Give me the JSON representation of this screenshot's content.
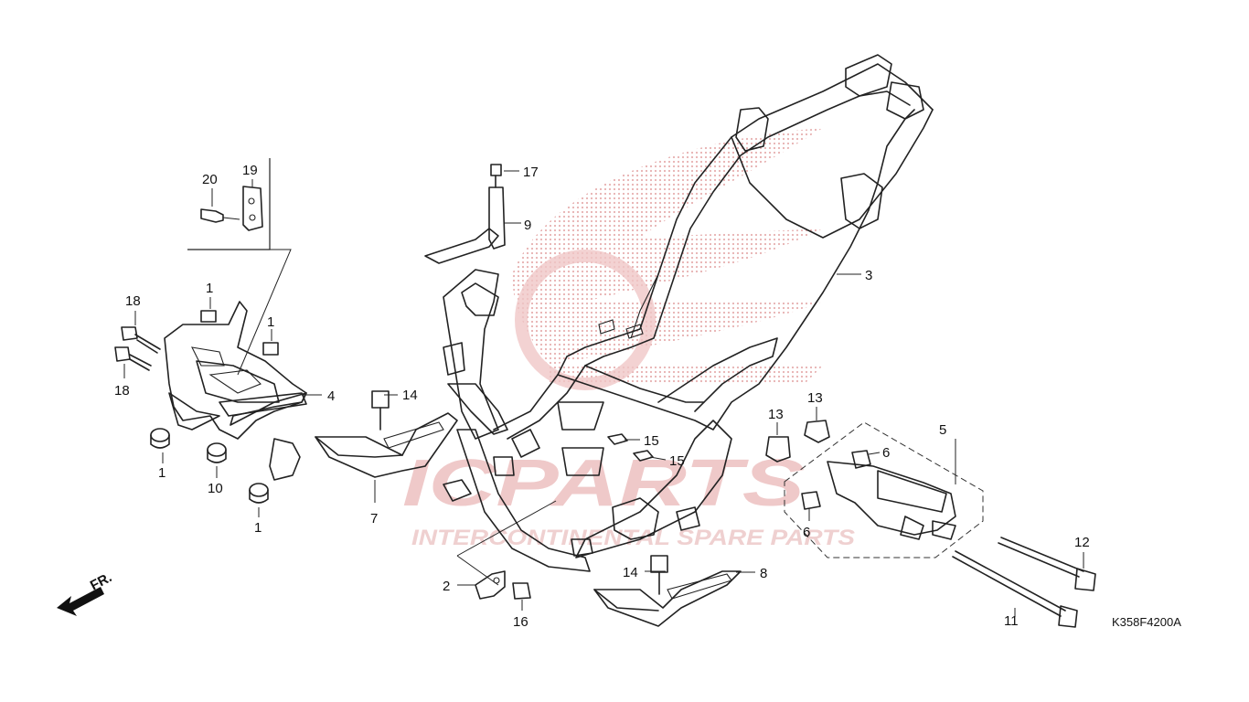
{
  "diagram": {
    "code": "K358F4200A",
    "direction_label": "FR.",
    "watermark": {
      "brand": "ICPARTS",
      "tagline": "INTERCONTINENTAL SPARE PARTS",
      "color": "#e8b3b3"
    },
    "callouts": [
      {
        "id": "c1a",
        "text": "1"
      },
      {
        "id": "c1b",
        "text": "1"
      },
      {
        "id": "c1c",
        "text": "1"
      },
      {
        "id": "c1d",
        "text": "1"
      },
      {
        "id": "c2",
        "text": "2"
      },
      {
        "id": "c3",
        "text": "3"
      },
      {
        "id": "c4",
        "text": "4"
      },
      {
        "id": "c5",
        "text": "5"
      },
      {
        "id": "c6a",
        "text": "6"
      },
      {
        "id": "c6b",
        "text": "6"
      },
      {
        "id": "c7",
        "text": "7"
      },
      {
        "id": "c8",
        "text": "8"
      },
      {
        "id": "c9",
        "text": "9"
      },
      {
        "id": "c10",
        "text": "10"
      },
      {
        "id": "c11",
        "text": "11"
      },
      {
        "id": "c12",
        "text": "12"
      },
      {
        "id": "c13a",
        "text": "13"
      },
      {
        "id": "c13b",
        "text": "13"
      },
      {
        "id": "c14a",
        "text": "14"
      },
      {
        "id": "c14b",
        "text": "14"
      },
      {
        "id": "c15a",
        "text": "15"
      },
      {
        "id": "c15b",
        "text": "15"
      },
      {
        "id": "c16",
        "text": "16"
      },
      {
        "id": "c17",
        "text": "17"
      },
      {
        "id": "c18a",
        "text": "18"
      },
      {
        "id": "c18b",
        "text": "18"
      },
      {
        "id": "c19",
        "text": "19"
      },
      {
        "id": "c20",
        "text": "20"
      }
    ]
  }
}
